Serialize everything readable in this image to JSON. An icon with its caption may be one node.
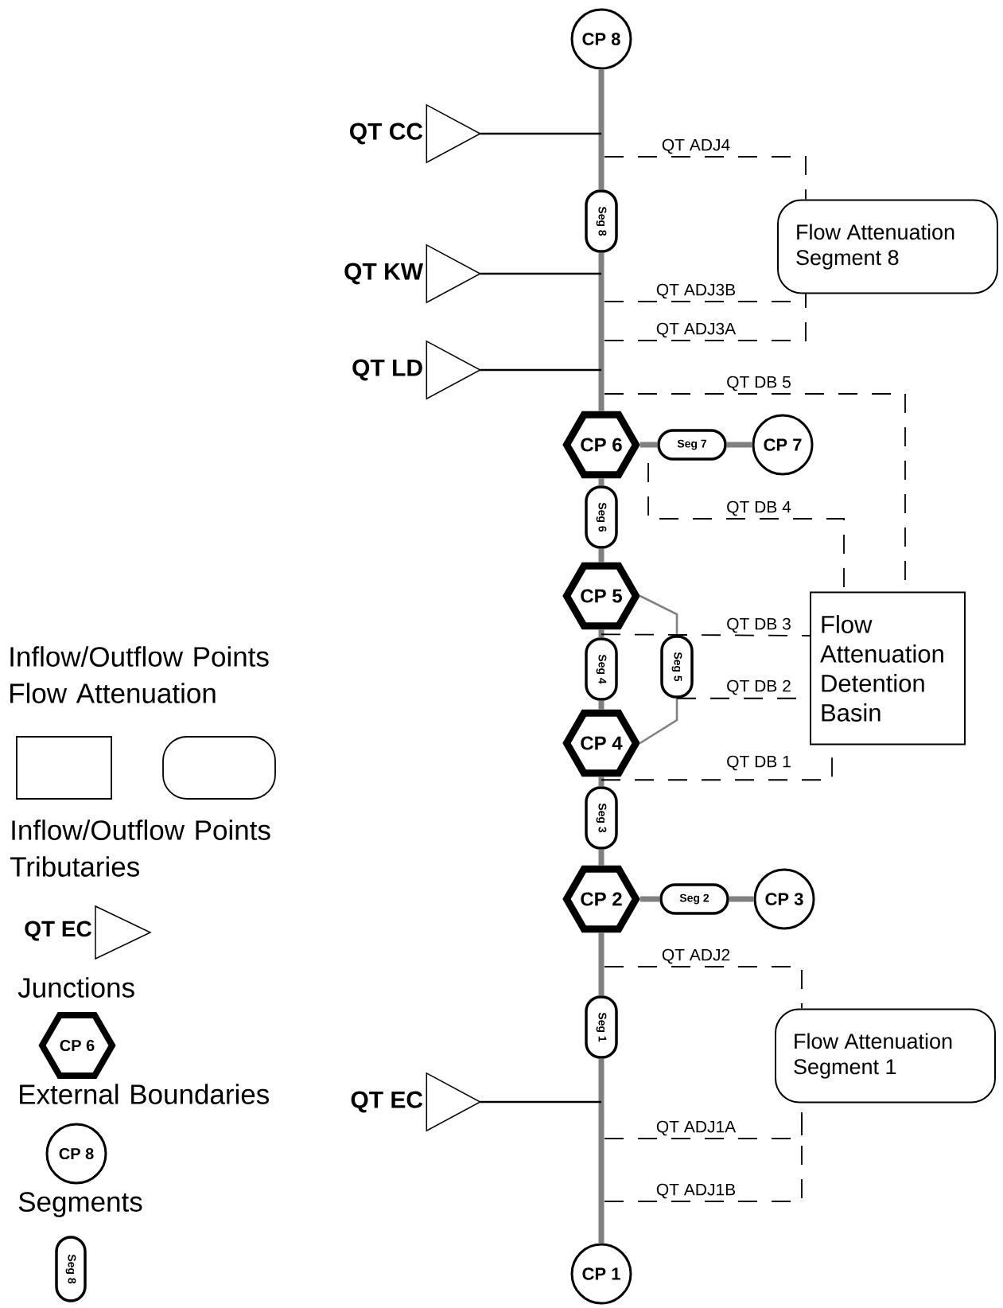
{
  "diagram": {
    "nodes": [
      {
        "text": [
          "CP 8"
        ]
      },
      {
        "text": [
          "QT CC"
        ]
      },
      {
        "text": [
          "Seg 8"
        ]
      },
      {
        "text": [
          "Flow Attenuation Segment 8"
        ]
      },
      {
        "text": [
          "QT KW"
        ]
      },
      {
        "text": [
          "QT LD"
        ]
      },
      {
        "text": [
          "CP 6"
        ]
      },
      {
        "text": [
          "Seg 7"
        ]
      },
      {
        "text": [
          "CP 7"
        ]
      },
      {
        "text": [
          "Seg 6"
        ]
      },
      {
        "text": [
          "CP 5"
        ]
      },
      {
        "text": [
          "Seg 4"
        ]
      },
      {
        "text": [
          "Seg 5"
        ]
      },
      {
        "text": [
          "Flow Attenuation Detention Basin"
        ]
      },
      {
        "text": [
          "CP 4"
        ]
      },
      {
        "text": [
          "Seg 3"
        ]
      },
      {
        "text": [
          "CP 2"
        ]
      },
      {
        "text": [
          "Seg 2"
        ]
      },
      {
        "text": [
          "CP 3"
        ]
      },
      {
        "text": [
          "Seg 1"
        ]
      },
      {
        "text": [
          "Flow Attenuation Segment 1"
        ]
      },
      {
        "text": [
          "QT EC"
        ]
      },
      {
        "text": [
          "CP 1"
        ]
      }
    ],
    "edges": [
      {
        "from": 0,
        "to": 2,
        "arrow": "none",
        "style": "thick",
        "color": "#808080"
      },
      {
        "from": 2,
        "to": 6,
        "arrow": "none",
        "style": "thick",
        "color": "#808080"
      },
      {
        "from": 6,
        "to": 9,
        "arrow": "none",
        "style": "thick",
        "color": "#808080"
      },
      {
        "from": 9,
        "to": 10,
        "arrow": "none",
        "style": "thick",
        "color": "#808080"
      },
      {
        "from": 10,
        "to": 11,
        "arrow": "none",
        "style": "thick",
        "color": "#808080"
      },
      {
        "from": 11,
        "to": 14,
        "arrow": "none",
        "style": "thick",
        "color": "#808080"
      },
      {
        "from": 14,
        "to": 15,
        "arrow": "none",
        "style": "thick",
        "color": "#808080"
      },
      {
        "from": 15,
        "to": 16,
        "arrow": "none",
        "style": "thick",
        "color": "#808080"
      },
      {
        "from": 16,
        "to": 19,
        "arrow": "none",
        "style": "thick",
        "color": "#808080"
      },
      {
        "from": 19,
        "to": 22,
        "arrow": "none",
        "style": "thick",
        "color": "#808080"
      },
      {
        "from": 6,
        "to": 7,
        "arrow": "none",
        "style": "thick",
        "color": "#808080"
      },
      {
        "from": 7,
        "to": 8,
        "arrow": "none",
        "style": "thick",
        "color": "#808080"
      },
      {
        "from": 10,
        "to": 12,
        "arrow": "none",
        "color": "#808080"
      },
      {
        "from": 12,
        "to": 14,
        "arrow": "none",
        "color": "#808080"
      },
      {
        "from": 16,
        "to": 17,
        "arrow": "none",
        "style": "thick",
        "color": "#808080"
      },
      {
        "from": 17,
        "to": 18,
        "arrow": "none",
        "style": "thick",
        "color": "#808080"
      },
      {
        "from": 1,
        "to": null,
        "arrow": "none",
        "color": "#000000"
      },
      {
        "from": 4,
        "to": null,
        "arrow": "none",
        "color": "#000000"
      },
      {
        "from": 5,
        "to": null,
        "arrow": "none",
        "color": "#000000"
      },
      {
        "from": 21,
        "to": null,
        "arrow": "none",
        "color": "#000000"
      },
      {
        "from": null,
        "to": 3,
        "arrow": "none",
        "label": "QT ADJ4",
        "style": "dashed",
        "color": "#000000"
      },
      {
        "from": null,
        "to": 3,
        "arrow": "none",
        "label": "QT ADJ3B",
        "style": "dashed",
        "color": "#000000"
      },
      {
        "from": null,
        "to": 3,
        "arrow": "none",
        "label": "QT ADJ3A",
        "style": "dashed",
        "color": "#000000"
      },
      {
        "from": null,
        "to": 13,
        "arrow": "none",
        "label": "QT DB 5",
        "style": "dashed",
        "color": "#000000"
      },
      {
        "from": null,
        "to": 13,
        "arrow": "none",
        "label": "QT DB 4",
        "style": "dashed",
        "color": "#000000"
      },
      {
        "from": 11,
        "to": 13,
        "arrow": "none",
        "label": "QT DB 3",
        "style": "dashed",
        "color": "#000000"
      },
      {
        "from": 12,
        "to": 13,
        "arrow": "none",
        "label": "QT DB 2",
        "style": "dashed",
        "color": "#000000"
      },
      {
        "from": 14,
        "to": 13,
        "arrow": "none",
        "label": "QT DB 1",
        "style": "dashed",
        "color": "#000000"
      },
      {
        "from": null,
        "to": 20,
        "arrow": "none",
        "label": "QT ADJ2",
        "style": "dashed",
        "color": "#000000"
      },
      {
        "from": null,
        "to": 20,
        "arrow": "none",
        "label": "QT ADJ1A",
        "style": "dashed",
        "color": "#000000"
      },
      {
        "from": null,
        "to": 20,
        "arrow": "none",
        "label": "QT ADJ1B",
        "style": "dashed",
        "color": "#000000"
      }
    ],
    "labels": [
      "QT EC",
      "CP 6",
      "CP 8",
      "Seg 8"
    ],
    "legend": [
      {
        "text": "Inflow/Outflow Points Flow Attenuation"
      },
      {
        "text": "Inflow/Outflow Points Tributaries"
      },
      {
        "text": "Junctions"
      },
      {
        "text": "External Boundaries"
      },
      {
        "text": "Segments"
      }
    ]
  }
}
